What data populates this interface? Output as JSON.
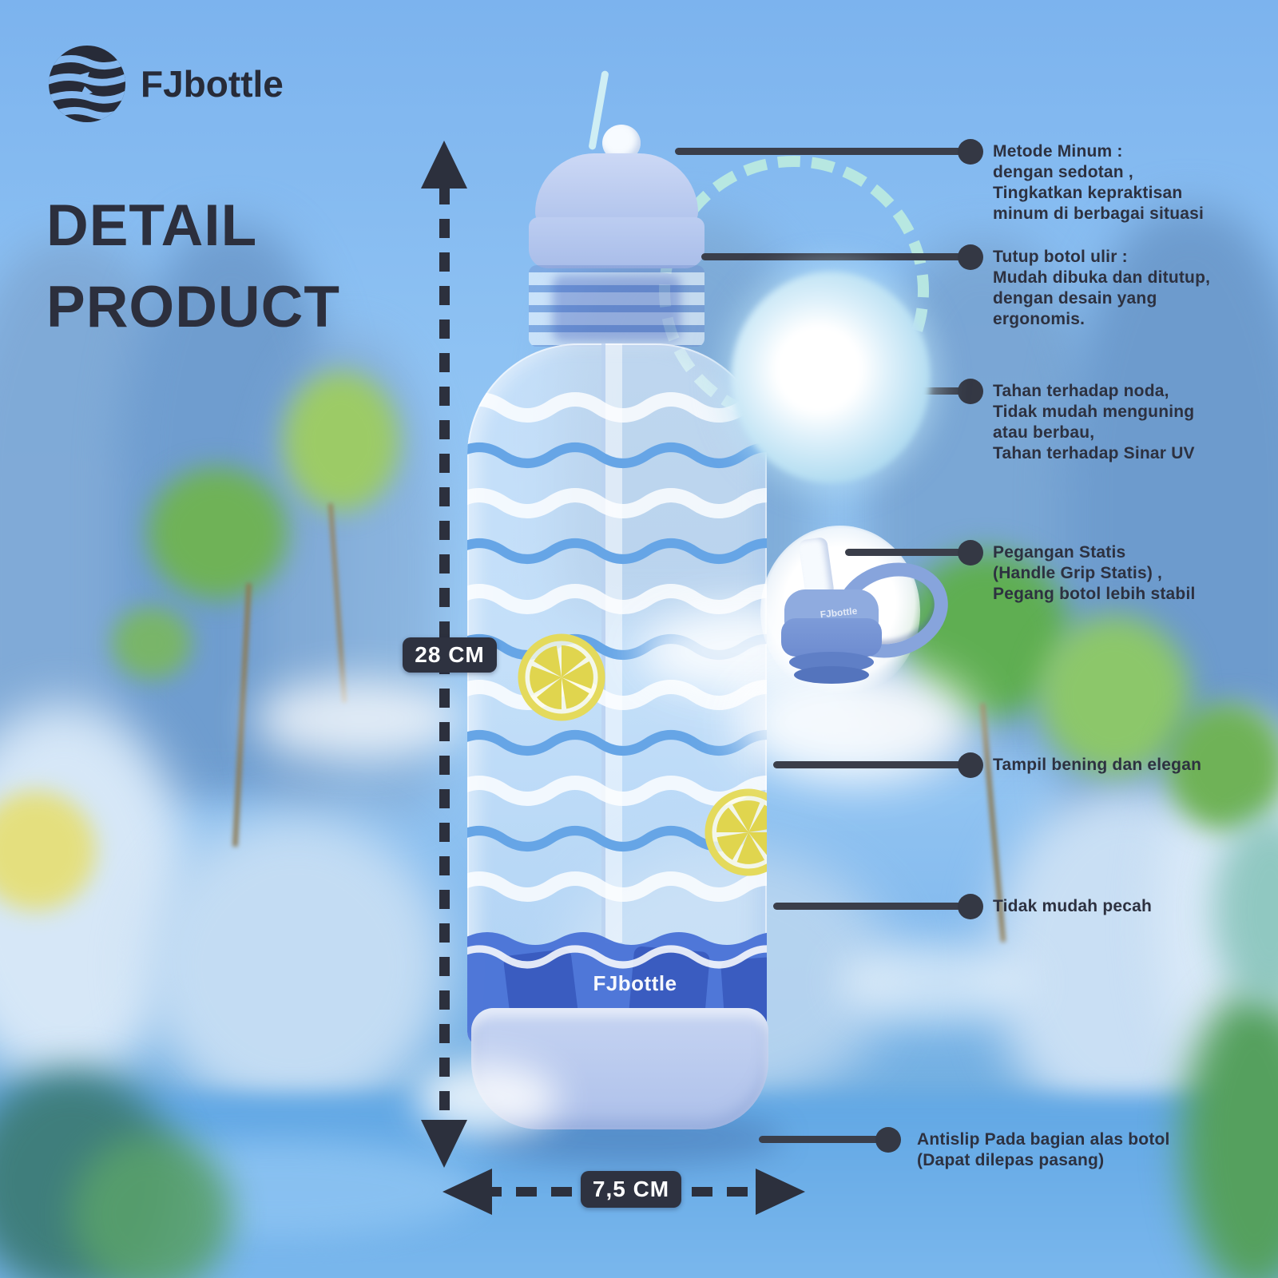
{
  "brand": {
    "name": "FJbottle"
  },
  "title": {
    "line1": "DETAIL",
    "line2": "PRODUCT"
  },
  "dimensions": {
    "height": "28 CM",
    "width": "7,5 CM"
  },
  "bottle": {
    "label": "FJbottle",
    "inset_label": "FJbottle"
  },
  "callouts": [
    {
      "id": "metode-minum",
      "text": "Metode Minum :\ndengan sedotan ,\nTingkatkan kepraktisan\nminum di berbagai situasi"
    },
    {
      "id": "tutup-botol",
      "text": "Tutup botol ulir :\nMudah dibuka dan ditutup,\ndengan desain yang\nergonomis."
    },
    {
      "id": "tahan-noda",
      "text": "Tahan terhadap noda,\nTidak mudah menguning\natau berbau,\nTahan terhadap Sinar UV"
    },
    {
      "id": "pegangan-statis",
      "text": "Pegangan Statis\n(Handle Grip Statis) ,\nPegang botol lebih stabil"
    },
    {
      "id": "bening",
      "text": "Tampil bening dan elegan"
    },
    {
      "id": "tidak-pecah",
      "text": "Tidak mudah pecah"
    },
    {
      "id": "antislip",
      "text": "Antislip Pada bagian alas botol\n(Dapat dilepas pasang)"
    }
  ],
  "colors": {
    "accent_dark": "#2c2f3d",
    "callout_line": "#3a3e4a",
    "badge_bg": "#2e3240",
    "cap_blue": "#b7c9ef",
    "wave_blue": "#66a5e6",
    "liquid_blue": "#4a73d6",
    "lemon_yellow": "#e4da5c",
    "base_sleeve": "#b6c8ee",
    "bead_teal": "#b7e7e1",
    "pompom_blue": "#c4e6f6"
  }
}
